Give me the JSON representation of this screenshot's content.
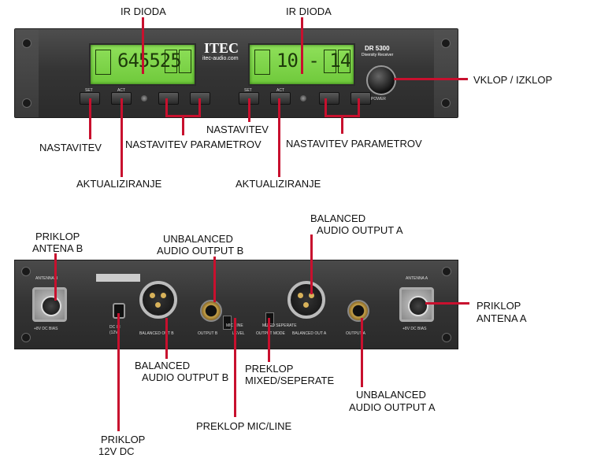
{
  "front": {
    "brand": "ITEC",
    "website": "itec-audio.com",
    "model": "DR 5300",
    "model_sub": "Diversity Receiver",
    "lcd_left": "645525",
    "lcd_right": "10 - 14",
    "buttons": {
      "set": "SET",
      "act": "ACT"
    },
    "power_label": "POWER"
  },
  "rear": {
    "antenna_b": "ANTENNA B",
    "antenna_a": "ANTENNA A",
    "bias": "+8V DC BIAS",
    "dc_in": "DC IN",
    "dc_volt": "(12V)",
    "bal_out_b": "BALANCED OUT B",
    "bal_out_a": "BALANCED OUT A",
    "output_b": "OUTPUT B",
    "output_a": "OUTPUT A",
    "mic_line": "MIC   LINE",
    "level": "LEVEL",
    "mixed_sep": "MIXED   SEPERATE",
    "output_mode": "OUTPUT MODE"
  },
  "labels": {
    "ir1": "IR DIODA",
    "ir2": "IR DIODA",
    "power": "VKLOP / IZKLOP",
    "nast1": "NASTAVITEV",
    "nast2": "NASTAVITEV",
    "param1": "NASTAVITEV PARAMETROV",
    "param2": "NASTAVITEV PARAMETROV",
    "akt1": "AKTUALIZIRANJE",
    "akt2": "AKTUALIZIRANJE",
    "ant_b_1": "PRIKLOP",
    "ant_b_2": "ANTENA B",
    "unbal_b_1": "UNBALANCED",
    "unbal_b_2": "AUDIO OUTPUT B",
    "bal_a_1": "BALANCED",
    "bal_a_2": "AUDIO OUTPUT A",
    "ant_a_1": "PRIKLOP",
    "ant_a_2": "ANTENA A",
    "bal_b_1": "BALANCED",
    "bal_b_2": "AUDIO OUTPUT B",
    "mixsep_1": "PREKLOP",
    "mixsep_2": "MIXED/SEPERATE",
    "unbal_a_1": "UNBALANCED",
    "unbal_a_2": "AUDIO OUTPUT A",
    "micline": "PREKLOP MIC/LINE",
    "dc_1": "PRIKLOP",
    "dc_2": "12V DC"
  },
  "colors": {
    "pointer": "#c8102e",
    "lcd": "#7ed34a",
    "panel": "#3a3a3a"
  }
}
